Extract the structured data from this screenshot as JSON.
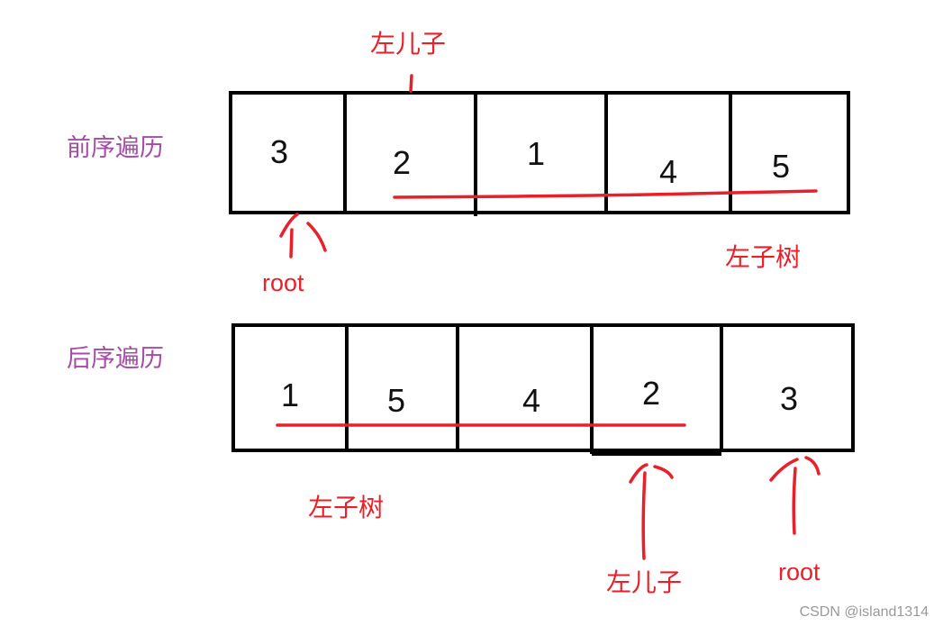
{
  "rows": {
    "preorder": {
      "label": "前序遍历",
      "values": [
        "3",
        "2",
        "1",
        "4",
        "5"
      ],
      "left_child_label": "左儿子",
      "root_label": "root",
      "left_subtree_label": "左子树"
    },
    "postorder": {
      "label": "后序遍历",
      "values": [
        "1",
        "5",
        "4",
        "2",
        "3"
      ],
      "left_child_label": "左儿子",
      "root_label": "root",
      "left_subtree_label": "左子树"
    }
  },
  "watermark": "CSDN @island1314",
  "colors": {
    "cell_border": "#000000",
    "annotation": "#e8202a",
    "row_label": "#a64ca6"
  }
}
